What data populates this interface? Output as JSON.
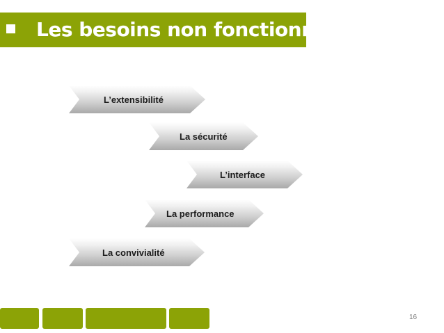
{
  "slide": {
    "title": "Les besoins non fonctionnels",
    "page_number": "16",
    "accent_color": "#8ca306"
  },
  "chevrons": [
    {
      "label": "L’extensibilité"
    },
    {
      "label": "La sécurité"
    },
    {
      "label": "L’interface"
    },
    {
      "label": "La performance"
    },
    {
      "label": "La convivialité"
    }
  ]
}
